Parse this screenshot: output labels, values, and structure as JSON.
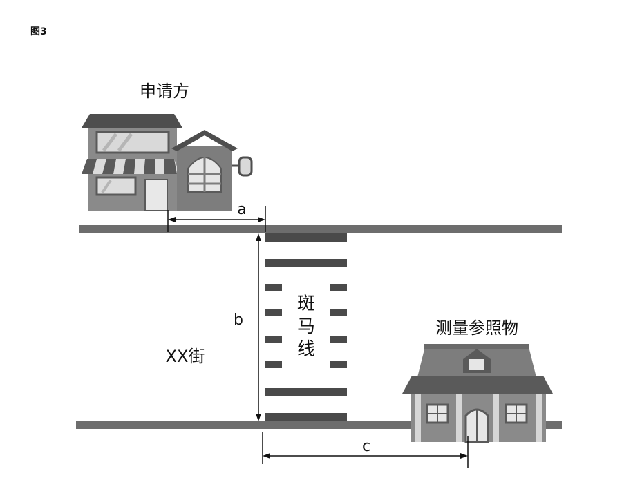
{
  "figure_label": "图3",
  "labels": {
    "applicant": "申请方",
    "reference": "测量参照物",
    "street": "XX街",
    "crosswalk_chars": [
      "斑",
      "马",
      "线"
    ]
  },
  "dimensions": {
    "a": "a",
    "b": "b",
    "c": "c"
  },
  "colors": {
    "road": "#6d6d6d",
    "stripe": "#4a4a4a",
    "building_dark": "#5a5a5a",
    "building_mid": "#7d7d7d",
    "building_light": "#a9a9a9",
    "window": "#e6e6e6"
  }
}
